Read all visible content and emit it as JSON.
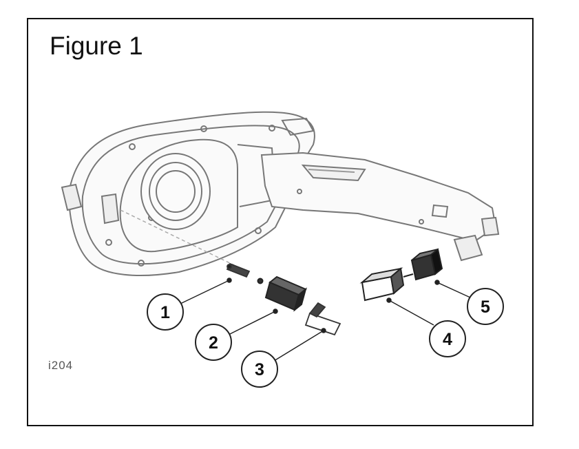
{
  "figure": {
    "title": "Figure 1",
    "code": "i204"
  },
  "callouts": [
    {
      "label": "1"
    },
    {
      "label": "2"
    },
    {
      "label": "3"
    },
    {
      "label": "4"
    },
    {
      "label": "5"
    }
  ]
}
